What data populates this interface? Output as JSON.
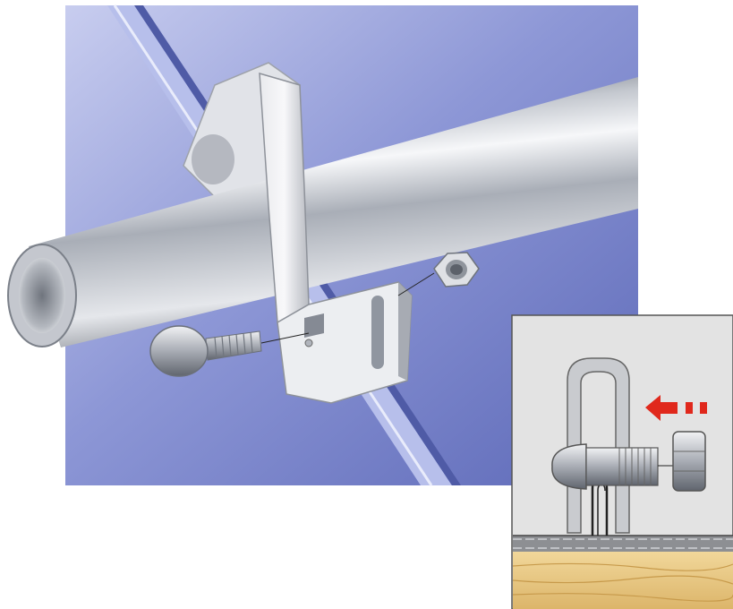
{
  "figure": {
    "main_view": {
      "parts": [
        "tube",
        "clamp-bracket",
        "carriage-bolt",
        "hex-nut",
        "panel-seam"
      ]
    },
    "detail_view": {
      "parts": [
        "u-bracket",
        "carriage-bolt",
        "hex-nut",
        "seam-clip",
        "panel-surface",
        "wood-substrate"
      ],
      "arrow": {
        "direction": "left"
      }
    }
  },
  "colors": {
    "panel_blue": "#6f7cc6",
    "seam_light": "#b5bde8",
    "metal": "#c9ccd4",
    "metal_dark": "#7c8089",
    "arrow_red": "#e0281c",
    "detail_bg": "#e3e3e3",
    "wood": "#e6c784"
  }
}
